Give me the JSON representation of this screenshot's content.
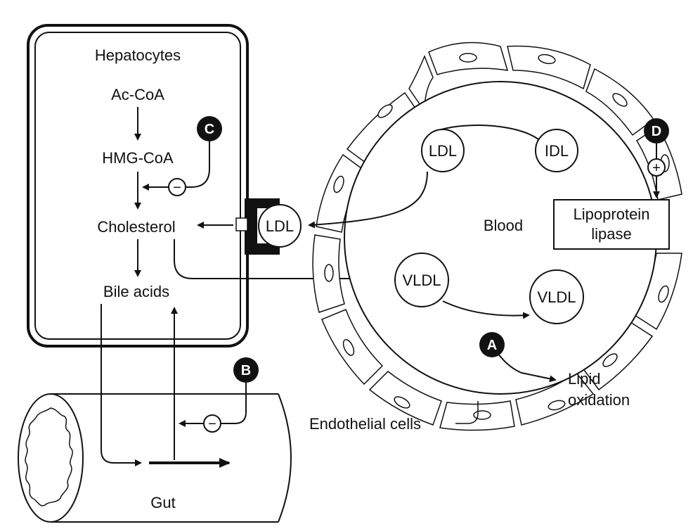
{
  "labels": {
    "hepatocytes": "Hepatocytes",
    "acetyl_coa": "Ac-CoA",
    "hmg_coa": "HMG-CoA",
    "cholesterol": "Cholesterol",
    "bile_acids": "Bile acids",
    "gut": "Gut",
    "blood": "Blood",
    "lipoprotein_lipase_line1": "Lipoprotein",
    "lipoprotein_lipase_line2": "lipase",
    "lipid_oxidation_line1": "Lipid",
    "lipid_oxidation_line2": "oxidation",
    "endothelial_cells": "Endothelial cells"
  },
  "particles": {
    "ldl_receptor": "LDL",
    "ldl_blood": "LDL",
    "idl": "IDL",
    "vldl_left": "VLDL",
    "vldl_right": "VLDL"
  },
  "badges": {
    "a": "A",
    "b": "B",
    "c": "C",
    "d": "D"
  },
  "signs": {
    "c_inhibit": "−",
    "b_inhibit": "−",
    "d_activate": "+"
  }
}
